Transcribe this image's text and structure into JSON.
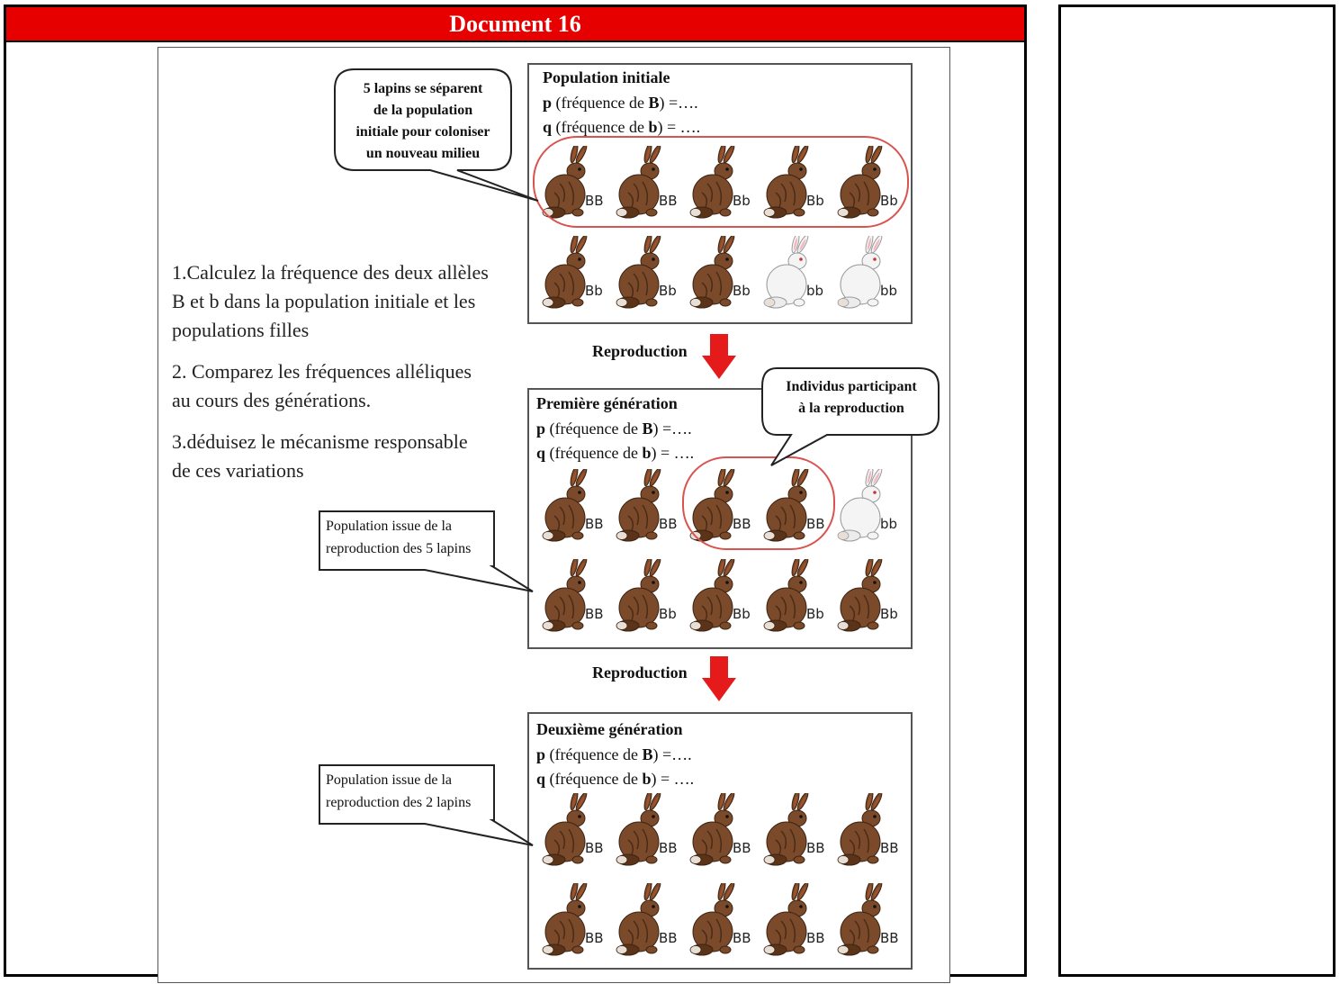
{
  "header": {
    "title": "Document  16"
  },
  "questions": {
    "q1_line1": "1.Calculez la fréquence des deux allèles",
    "q1_line2": "B et b dans la population initiale et les",
    "q1_line3": "populations filles",
    "q2_line1": "2. Comparez les fréquences alléliques",
    "q2_line2": "au cours des générations.",
    "q3_line1": "3.déduisez le mécanisme responsable",
    "q3_line2": "de ces variations"
  },
  "callouts": {
    "colonize": [
      "5 lapins se séparent",
      "de la population",
      "initiale pour coloniser",
      "un nouveau milieu"
    ],
    "participants": [
      "Individus participant",
      "à la reproduction"
    ],
    "note_gen1": [
      "Population issue de la",
      "reproduction des 5 lapins"
    ],
    "note_gen2": [
      "Population issue de la",
      "reproduction des 2 lapins"
    ]
  },
  "arrow_label": "Reproduction",
  "freq_labels": {
    "p_prefix": "p",
    "p_text": " (fréquence de ",
    "p_allele": "B",
    "p_suffix": ") =….",
    "q_prefix": "q",
    "q_text": " (fréquence de ",
    "q_allele": "b",
    "q_suffix": ") = …."
  },
  "generations": [
    {
      "title": "Population initiale",
      "rows": [
        [
          {
            "g": "BB",
            "c": "brown"
          },
          {
            "g": "BB",
            "c": "brown"
          },
          {
            "g": "Bb",
            "c": "brown"
          },
          {
            "g": "Bb",
            "c": "brown"
          },
          {
            "g": "Bb",
            "c": "brown"
          }
        ],
        [
          {
            "g": "Bb",
            "c": "brown"
          },
          {
            "g": "Bb",
            "c": "brown"
          },
          {
            "g": "Bb",
            "c": "brown"
          },
          {
            "g": "bb",
            "c": "white"
          },
          {
            "g": "bb",
            "c": "white"
          }
        ]
      ]
    },
    {
      "title": "Première génération",
      "rows": [
        [
          {
            "g": "BB",
            "c": "brown"
          },
          {
            "g": "BB",
            "c": "brown"
          },
          {
            "g": "BB",
            "c": "brown"
          },
          {
            "g": "BB",
            "c": "brown"
          },
          {
            "g": "bb",
            "c": "white"
          }
        ],
        [
          {
            "g": "BB",
            "c": "brown"
          },
          {
            "g": "Bb",
            "c": "brown"
          },
          {
            "g": "Bb",
            "c": "brown"
          },
          {
            "g": "Bb",
            "c": "brown"
          },
          {
            "g": "Bb",
            "c": "brown"
          }
        ]
      ]
    },
    {
      "title": "Deuxième génération",
      "rows": [
        [
          {
            "g": "BB",
            "c": "brown"
          },
          {
            "g": "BB",
            "c": "brown"
          },
          {
            "g": "BB",
            "c": "brown"
          },
          {
            "g": "BB",
            "c": "brown"
          },
          {
            "g": "BB",
            "c": "brown"
          }
        ],
        [
          {
            "g": "BB",
            "c": "brown"
          },
          {
            "g": "BB",
            "c": "brown"
          },
          {
            "g": "BB",
            "c": "brown"
          },
          {
            "g": "BB",
            "c": "brown"
          },
          {
            "g": "BB",
            "c": "brown"
          }
        ]
      ]
    }
  ],
  "colors": {
    "header_red": "#e60000",
    "arrow_red": "#e51a1a",
    "circle_red": "#d9534f",
    "rabbit_brown": "#7a4a2a",
    "rabbit_white": "#f4f4f4"
  }
}
